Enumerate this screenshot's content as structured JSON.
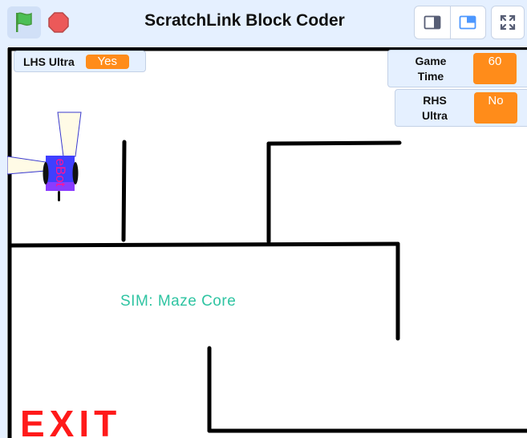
{
  "header": {
    "title": "ScratchLink Block Coder"
  },
  "controls": {
    "flag_icon": "green-flag-icon",
    "stop_icon": "stop-sign-icon",
    "colors": {
      "flag": "#4cbf56",
      "stop": "#ec5959"
    }
  },
  "view_buttons": {
    "small_stage_icon": "small-stage-icon",
    "large_stage_icon": "large-stage-icon",
    "fullscreen_icon": "fullscreen-icon"
  },
  "monitors": {
    "lhs_ultra": {
      "label": "LHS Ultra",
      "value": "Yes"
    },
    "game_time": {
      "label_line1": "Game",
      "label_line2": "Time",
      "value": "60"
    },
    "rhs_ultra": {
      "label_line1": "RHS",
      "label_line2": "Ultra",
      "value": "No"
    },
    "value_color": "#ff8c1a"
  },
  "stage": {
    "sim_label": "SIM: Maze Core",
    "exit_label": "EXIT",
    "sprite_label": "eBot",
    "colors": {
      "sim_label": "#2fc4a2",
      "exit": "#ff1a1a",
      "robot_body": "#3f3fff"
    }
  }
}
